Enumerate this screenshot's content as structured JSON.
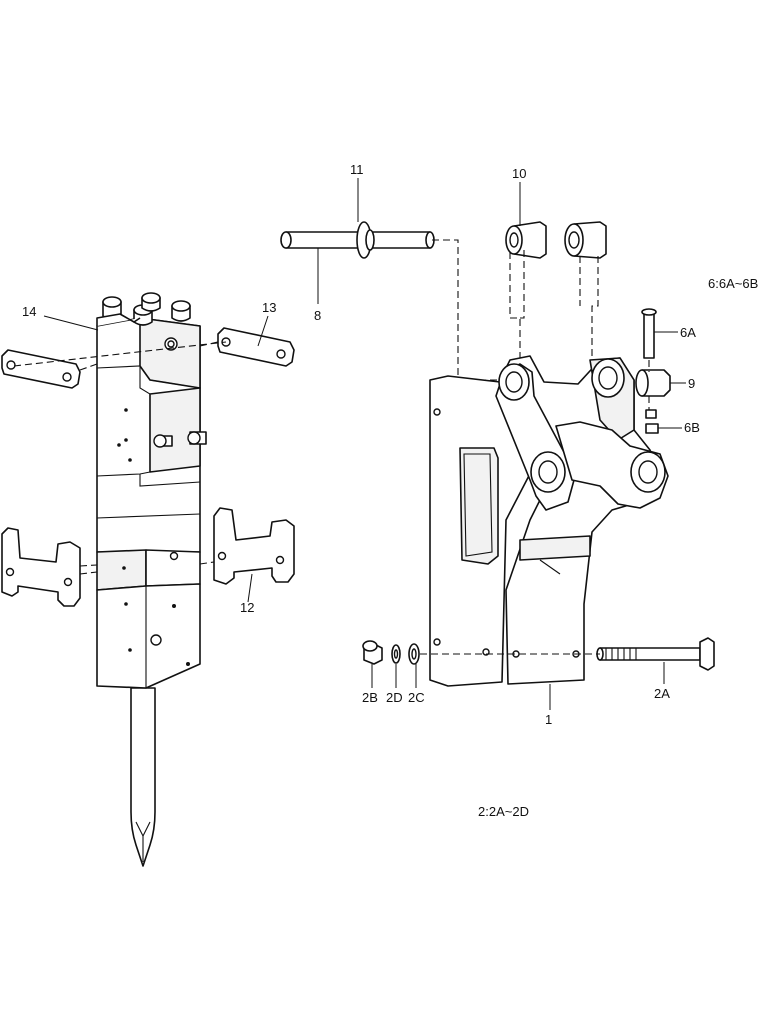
{
  "callouts": {
    "c14": "14",
    "c13": "13",
    "c12": "12",
    "c11": "11",
    "c10": "10",
    "c8": "8",
    "c6a": "6A",
    "c6b": "6B",
    "c9": "9",
    "c1": "1",
    "c2a": "2A",
    "c2b": "2B",
    "c2d": "2D",
    "c2c": "2C"
  },
  "notes": {
    "kit6": "6:6A~6B",
    "kit2": "2:2A~2D"
  },
  "colors": {
    "line": "#111111",
    "background": "#ffffff",
    "shade": "#f2f2f2"
  }
}
